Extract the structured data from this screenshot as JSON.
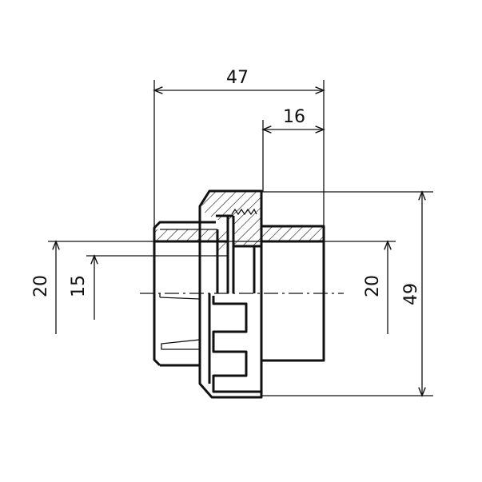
{
  "title": "Pipe union fitting dimension drawing",
  "dimensions": {
    "overall_length": "47",
    "right_length": "16",
    "outer_diameter": "49",
    "left_outer": "20",
    "left_inner": "15",
    "right_outer": "20"
  },
  "colors": {
    "line": "#111111",
    "background": "#ffffff"
  }
}
